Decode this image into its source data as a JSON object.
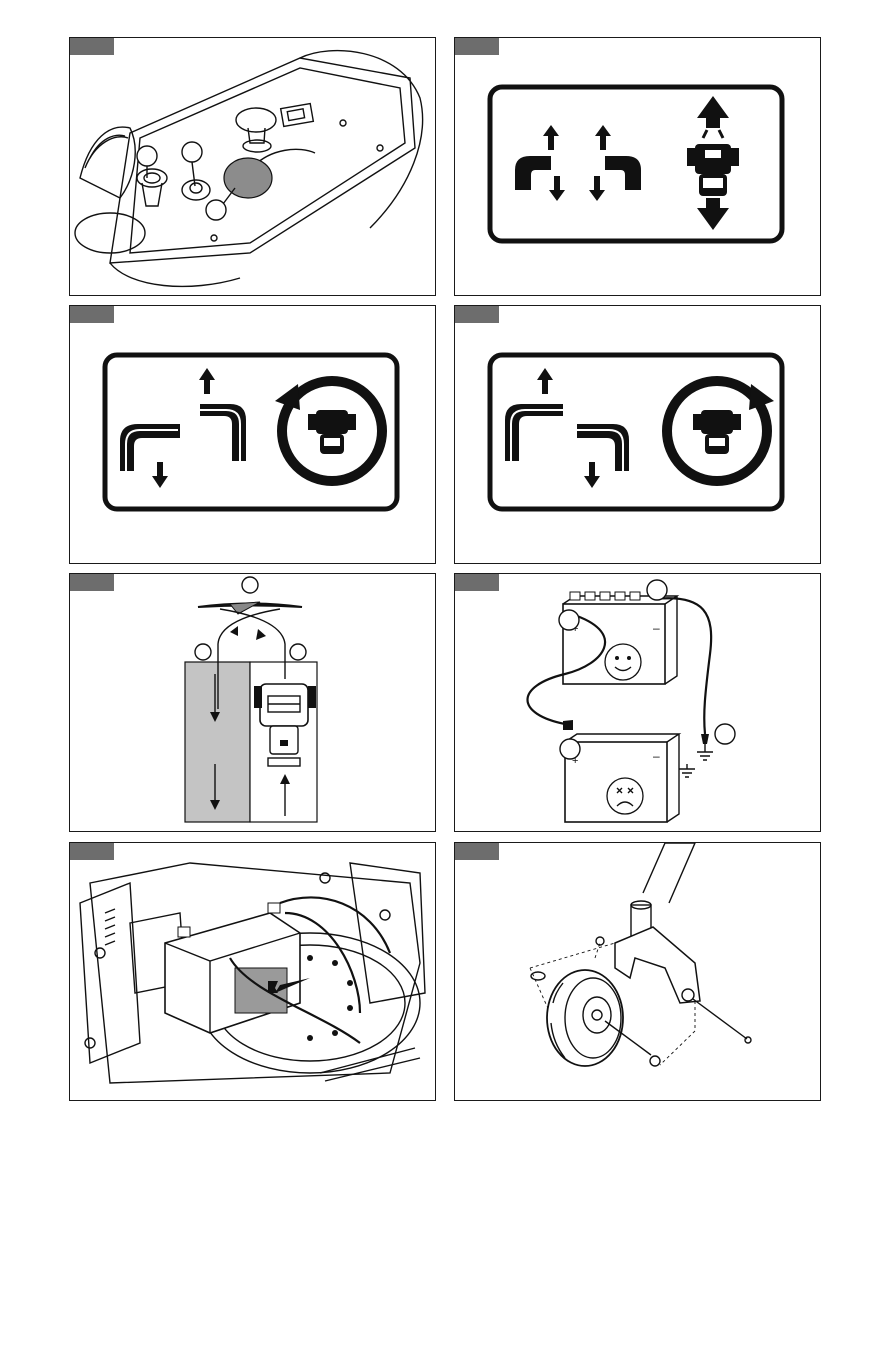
{
  "page": {
    "panels": [
      {
        "id": "throttle-controls",
        "callouts": [
          "",
          "",
          ""
        ]
      },
      {
        "id": "steering-forward-reverse-decal"
      },
      {
        "id": "steering-turn-left-decal"
      },
      {
        "id": "steering-turn-right-decal"
      },
      {
        "id": "mowing-turn-pattern",
        "callouts": [
          "",
          "",
          ""
        ]
      },
      {
        "id": "jump-start-batteries",
        "callouts": [
          "",
          "",
          ""
        ]
      },
      {
        "id": "battery-compartment"
      },
      {
        "id": "caster-wheel-assembly"
      }
    ]
  },
  "colors": {
    "tab": "#6d6d6d",
    "border": "#1a1a1a",
    "lane_gray": "#c4c4c4"
  }
}
